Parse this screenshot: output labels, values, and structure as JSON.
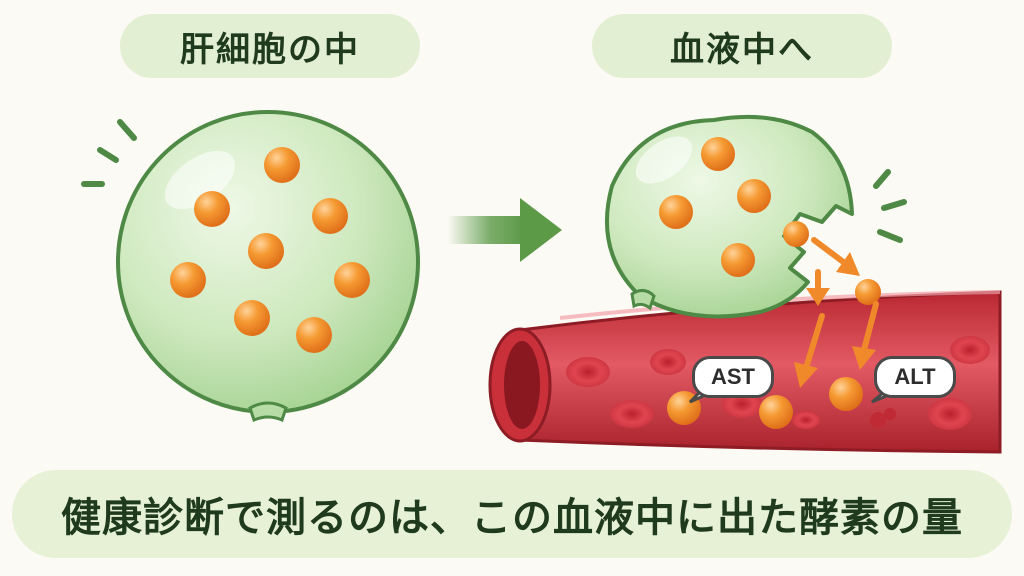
{
  "labels": {
    "left_title": "肝細胞の中",
    "right_title": "血液中へ",
    "ast": "AST",
    "alt": "ALT",
    "caption": "健康診断で測るのは、この血液中に出た酵素の量"
  },
  "colors": {
    "cell_fill": "#cfe9bf",
    "cell_stroke": "#4e8a45",
    "enzyme": "#f28c28",
    "vessel": "#c9303a",
    "vessel_inner": "#e8707a",
    "red_cell": "#e0454f",
    "arrow_green": "#5c9a48",
    "arrow_orange": "#f0892a",
    "pill_bg": "#e3efd3",
    "text": "#1f3a1c"
  },
  "icons": [
    "sparkle-mark-icon",
    "right-arrow-icon",
    "enzyme-drop-arrow-icon"
  ]
}
